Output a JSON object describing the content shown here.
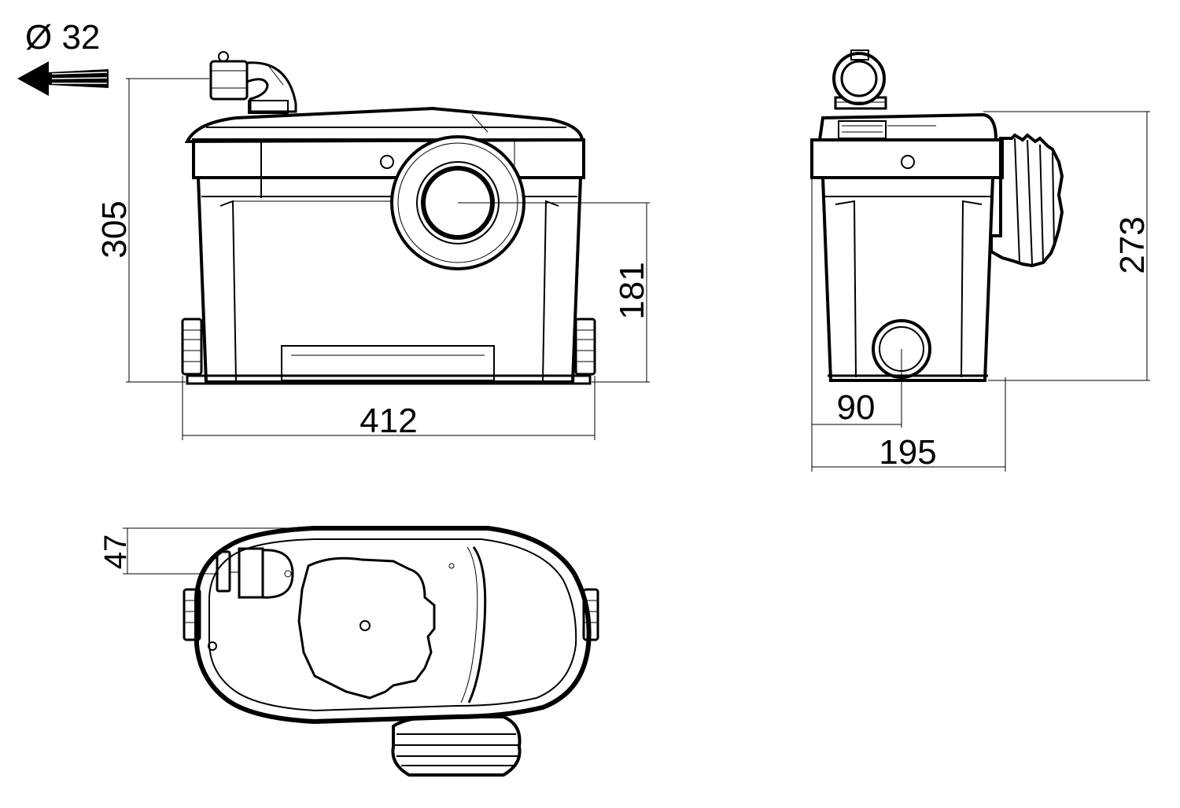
{
  "diagram": {
    "outlet_diameter_label": "Ø 32",
    "dims": {
      "total_height": "305",
      "inlet_height": "181",
      "width": "412",
      "side_inlet_offset": "90",
      "depth": "195",
      "side_height": "273",
      "top_offset": "47"
    }
  }
}
